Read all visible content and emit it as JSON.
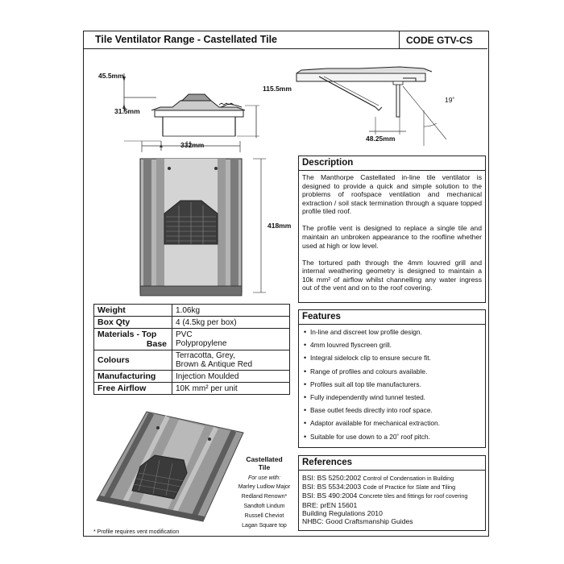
{
  "header": {
    "title": "Tile Ventilator Range - Castellated Tile",
    "code": "CODE GTV-CS"
  },
  "dimensions": {
    "height_top": "45.5mm",
    "height_total": "115.5mm",
    "base_depth": "31.5mm",
    "clip_width": "48.25mm",
    "angle": "19˚",
    "tile_width": "332mm",
    "tile_length": "418mm"
  },
  "description": {
    "title": "Description",
    "paragraphs": [
      "The Manthorpe Castellated in-line tile ventilator is designed to provide a quick and simple solution to the problems of roofspace ventilation and mechanical extraction / soil stack termination through a square topped profile tiled roof.",
      "The profile vent is designed to replace a single tile and maintain an unbroken appearance to the roofline whether used at high or low level.",
      "The tortured path through the 4mm louvred grill and internal weathering geometry is designed to maintain a 10k mm² of airflow whilst channelling any water ingress out of the vent and on to the roof covering."
    ]
  },
  "specs": [
    {
      "key": "Weight",
      "value": "1.06kg"
    },
    {
      "key": "Box Qty",
      "value": "4 (4.5kg per box)"
    },
    {
      "key": "Materials - Top",
      "key2": "Base",
      "value": "PVC",
      "value2": "Polypropylene"
    },
    {
      "key": "Colours",
      "value": "Terracotta, Grey,",
      "value2": "Brown & Antique Red"
    },
    {
      "key": "Manufacturing",
      "value": "Injection Moulded"
    },
    {
      "key": "Free Airflow",
      "value": "10K mm² per unit"
    }
  ],
  "features": {
    "title": "Features",
    "items": [
      "In-line and discreet low profile design.",
      "4mm louvred flyscreen grill.",
      "Integral sidelock clip to ensure secure fit.",
      "Range of profiles and colours available.",
      "Profiles suit all top tile manufacturers.",
      "Fully independently wind tunnel tested.",
      "Base outlet feeds directly into roof space.",
      "Adaptor available for mechanical extraction.",
      "Suitable for use down to a 20˚ roof pitch."
    ]
  },
  "references": {
    "title": "References",
    "items": [
      {
        "code": "BSI: BS 5250:2002",
        "text": "Control of Condensation in Building"
      },
      {
        "code": "BSI: BS 5534:2003",
        "text": "Code of Practice for Slate and Tiling"
      },
      {
        "code": "BSI: BS 490:2004",
        "text": "Concrete tiles and fittings for roof covering"
      },
      {
        "code": "BRE: prEN 15601",
        "text": ""
      },
      {
        "code": "Building Regulations 2010",
        "text": ""
      },
      {
        "code": "NHBC: Good Craftsmanship Guides",
        "text": ""
      }
    ]
  },
  "product": {
    "caption_title": "Castellated",
    "caption_title2": "Tile",
    "caption_sub": "For use with:",
    "compatible": [
      "Marley Ludlow Major",
      "Redland Renown*",
      "Sandtoft Lindum",
      "Russell Cheviot",
      "Lagan Square top"
    ],
    "note": "* Profile requires vent modification"
  },
  "colors": {
    "border": "#222222",
    "tile_fill": "#8c8c8c",
    "tile_dark": "#555555"
  }
}
